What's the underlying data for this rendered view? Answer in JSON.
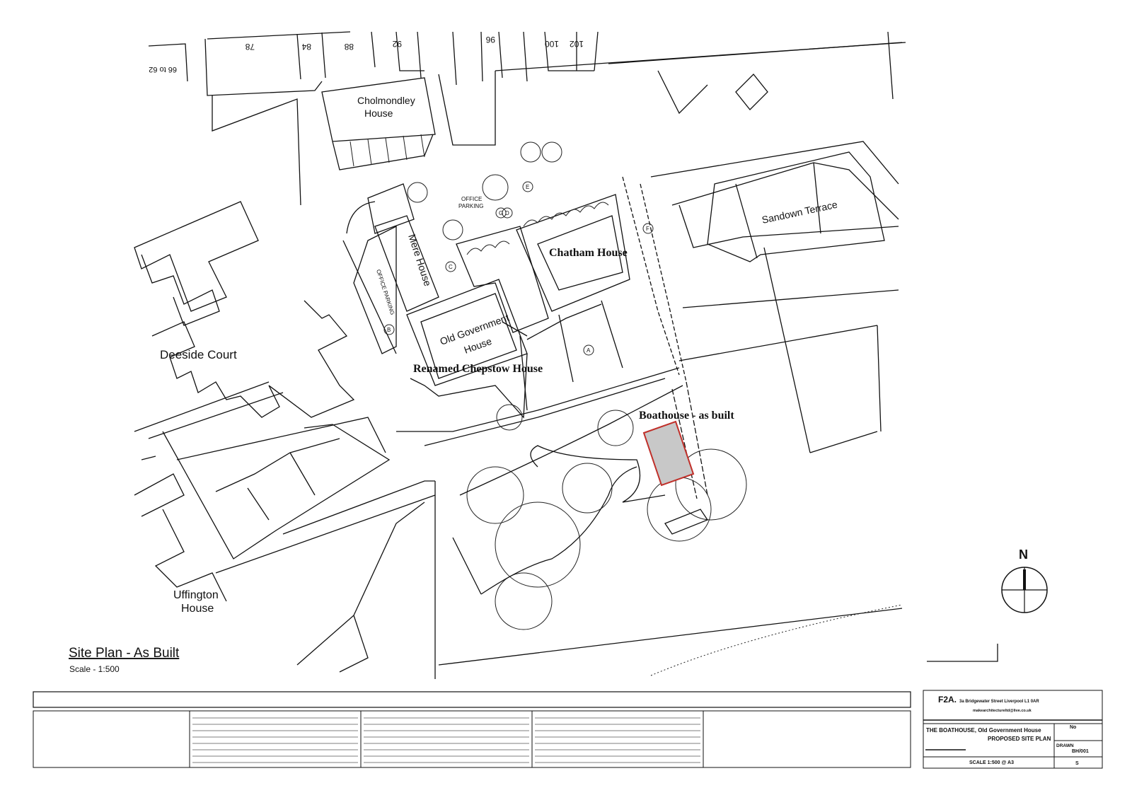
{
  "plot_numbers": [
    "66 to 62",
    "78",
    "84",
    "88",
    "92",
    "96",
    "100",
    "102"
  ],
  "buildings": {
    "cholmondley_1": "Cholmondley",
    "cholmondley_2": "House",
    "sandown": "Sandown Terrace",
    "chatham": "Chatham House",
    "mere": "Mere House",
    "office_parking_a1": "OFFICE",
    "office_parking_a2": "PARKING",
    "office_parking_b": "OFFICE PARKING",
    "ogh_1": "Old Government",
    "ogh_2": "House",
    "renamed": "Renamed Chepstow House",
    "deeside": "Deeside Court",
    "boathouse": "Boathouse - as built",
    "uffington_1": "Uffington",
    "uffington_2": "House"
  },
  "markers": [
    "A",
    "B",
    "C",
    "D",
    "E",
    "F",
    "G"
  ],
  "plan_title": "Site Plan - As Built",
  "plan_scale": "Scale - 1:500",
  "north_label": "N",
  "title_block": {
    "firm": "F2A.",
    "address": "3a Bridgewater Street  Liverpool L1 0AR",
    "email": "makearchitectureltd@live.co.uk",
    "no_label": "No",
    "project": "THE  BOATHOUSE, Old Government House",
    "drawing_title": "PROPOSED SITE PLAN",
    "drawn_label": "DRAWN",
    "drawing_no": "BH/001",
    "scale": "SCALE 1:500 @ A3",
    "sheet": "S"
  },
  "colors": {
    "boathouse_fill": "#c8c8c8",
    "boathouse_stroke": "#c0302a"
  }
}
